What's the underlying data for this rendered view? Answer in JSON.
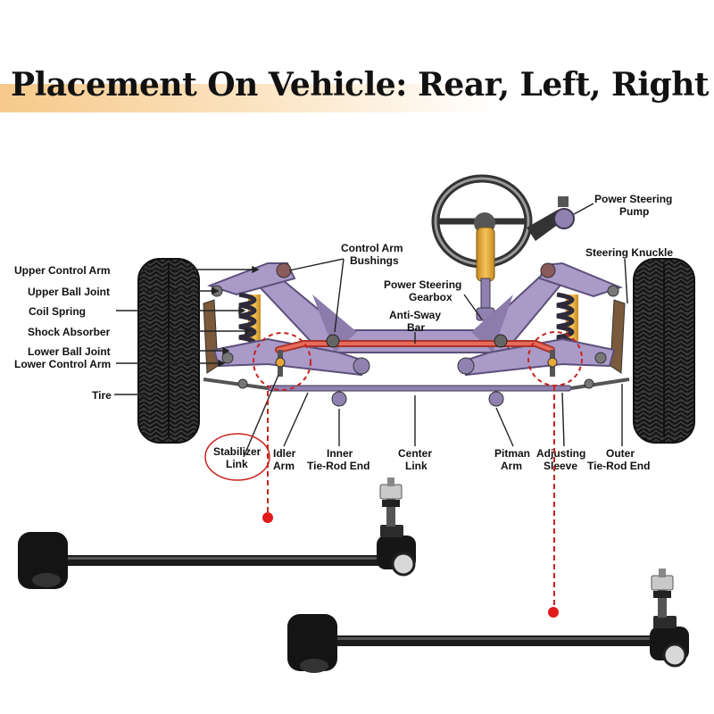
{
  "title": "Placement On Vehicle: Rear, Left, Right",
  "labels": {
    "upper_control_arm": "Upper Control Arm",
    "upper_ball_joint": "Upper Ball Joint",
    "coil_spring": "Coil Spring",
    "shock_absorber": "Shock Absorber",
    "lower_ball_joint": "Lower Ball Joint",
    "lower_control_arm": "Lower Control Arm",
    "tire": "Tire",
    "control_arm_bushings": [
      "Control Arm",
      "Bushings"
    ],
    "power_steering_gearbox": [
      "Power Steering",
      "Gearbox"
    ],
    "anti_sway_bar": [
      "Anti-Sway",
      "Bar"
    ],
    "power_steering_pump": [
      "Power Steering",
      "Pump"
    ],
    "steering_knuckle": "Steering Knuckle",
    "stabilizer_link": [
      "Stabilizer",
      "Link"
    ],
    "idler_arm": [
      "Idler",
      "Arm"
    ],
    "inner_tie_rod_end": [
      "Inner",
      "Tie-Rod End"
    ],
    "center_link": [
      "Center",
      "Link"
    ],
    "pitman_arm": [
      "Pitman",
      "Arm"
    ],
    "adjusting_sleeve": [
      "Adjusting",
      "Sleeve"
    ],
    "outer_tie_rod_end": [
      "Outer",
      "Tie-Rod End"
    ]
  },
  "colors": {
    "frame": "#a99ac8",
    "frame_dark": "#5d4f7a",
    "spring": "#2e2a3a",
    "shock": "#e8a93a",
    "sway_bar": "#e0584a",
    "highlight": "#c8231e",
    "tire": "#2b2b2b",
    "title_band": "#f6c98a"
  }
}
